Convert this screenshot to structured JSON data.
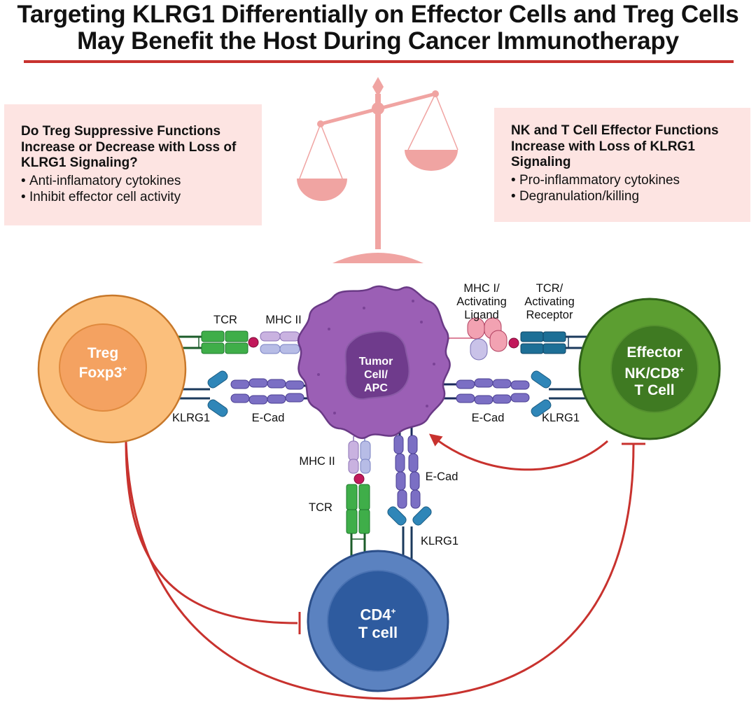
{
  "title": {
    "line1": "Targeting KLRG1 Differentially on Effector Cells and Treg Cells",
    "line2": "May Benefit the Host During Cancer Immunotherapy"
  },
  "left_box": {
    "heading": "Do Treg Suppressive Functions Increase or Decrease with Loss of KLRG1 Signaling?",
    "bullets": [
      "Anti-inflamatory cytokines",
      "Inhibit effector cell activity"
    ]
  },
  "right_box": {
    "heading": "NK and T Cell Effector Functions Increase with Loss of KLRG1 Signaling",
    "bullets": [
      "Pro-inflammatory cytokines",
      "Degranulation/killing"
    ]
  },
  "cells": {
    "treg": {
      "line1": "Treg",
      "line2": "Foxp3",
      "sup": "+"
    },
    "tumor": {
      "line1": "Tumor",
      "line2": "Cell/",
      "line3": "APC"
    },
    "effector": {
      "line1": "Effector",
      "line2": "NK/CD8",
      "sup": "+",
      "line3": "T Cell"
    },
    "cd4": {
      "line1": "CD4",
      "sup": "+",
      "line2": "T cell"
    }
  },
  "labels": {
    "tcr_left": "TCR",
    "mhc2_left": "MHC II",
    "mhc1_line1": "MHC I/",
    "mhc1_line2": "Activating",
    "mhc1_line3": "Ligand",
    "tcr_right_line1": "TCR/",
    "tcr_right_line2": "Activating",
    "tcr_right_line3": "Receptor",
    "klrg1_left": "KLRG1",
    "ecad_left": "E-Cad",
    "ecad_right": "E-Cad",
    "klrg1_right": "KLRG1",
    "mhc2_bottom": "MHC II",
    "ecad_bottom": "E-Cad",
    "tcr_bottom": "TCR",
    "klrg1_bottom": "KLRG1"
  },
  "colors": {
    "accent_red": "#c8322e",
    "box_bg": "#fde4e2",
    "scale": "#f0a4a2",
    "treg_fill": "#fbbf7c",
    "treg_nucleus": "#f4a261",
    "tumor": "#9b5fb5",
    "effector": "#5c9e31",
    "effector_nucleus": "#3f7a22",
    "cd4": "#5b82c0",
    "cd4_nucleus": "#2e5b9f",
    "tcr_green": "#3fae49",
    "ecad_purple": "#7b6fc4",
    "klrg1_blue": "#2f86b8",
    "mhc_lavender": "#c9b2e0",
    "ligand_pink": "#f2a2b2",
    "receptor_teal": "#1d6f96",
    "peptide": "#c2185b"
  }
}
